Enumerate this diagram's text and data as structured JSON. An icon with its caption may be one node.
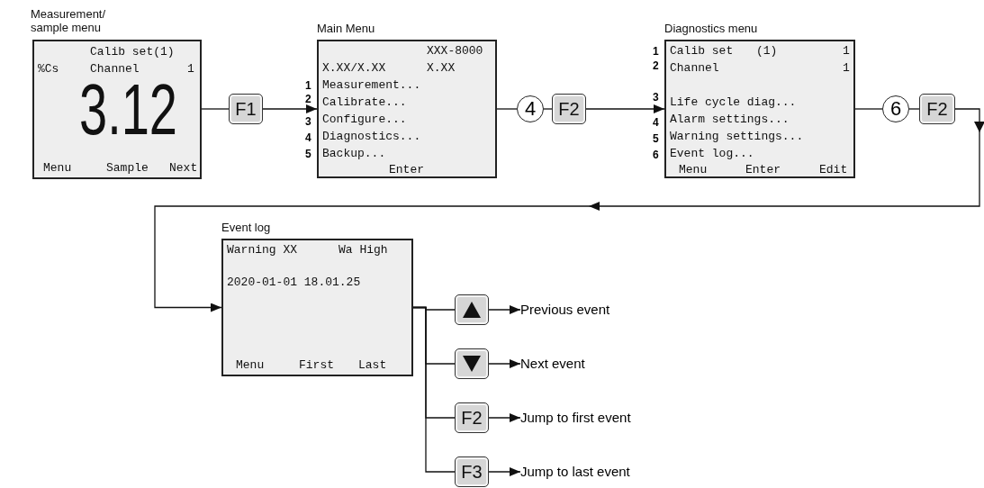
{
  "diagram": {
    "nodes": [
      {
        "text": [
          "Measurement/ sample menu",
          "Calib set(1)",
          "%Cs",
          "Channel",
          "1",
          "3.12",
          "Menu",
          "Sample",
          "Next"
        ]
      },
      {
        "text": [
          "F1"
        ]
      },
      {
        "text": [
          "Main Menu",
          "XXX-8000",
          "X.XX/X.XX",
          "X.XX",
          "Measurement...",
          "Calibrate...",
          "Configure...",
          "Diagnostics...",
          "Backup...",
          "Enter"
        ],
        "beside": [
          "1",
          "2",
          "3",
          "4",
          "5"
        ]
      },
      {
        "text": [
          "4"
        ]
      },
      {
        "text": [
          "F2"
        ]
      },
      {
        "text": [
          "Diagnostics menu",
          "Calib set",
          "(1)",
          "1",
          "Channel",
          "1",
          "Life cycle diag...",
          "Alarm settings...",
          "Warning settings...",
          "Event log...",
          "Menu",
          "Enter",
          "Edit"
        ],
        "beside": [
          "1",
          "2",
          "3",
          "4",
          "5",
          "6"
        ]
      },
      {
        "text": [
          "6"
        ]
      },
      {
        "text": [
          "F2"
        ]
      },
      {
        "text": [
          "Event log",
          "Warning XX",
          "Wa High",
          "2020-01-01 18.01.25",
          "Menu",
          "First",
          "Last"
        ]
      },
      {
        "text": [],
        "shape": "box"
      },
      {
        "text": [],
        "shape": "box"
      },
      {
        "text": [
          "F2"
        ]
      },
      {
        "text": [
          "F3"
        ]
      },
      {
        "text": [
          "Previous event"
        ]
      },
      {
        "text": [
          "Next event"
        ]
      },
      {
        "text": [
          "Jump to first event"
        ]
      },
      {
        "text": [
          "Jump to last event"
        ]
      }
    ],
    "edges": [
      {
        "from": 0,
        "to": 1,
        "arrow": "none"
      },
      {
        "from": 1,
        "to": 2,
        "arrow": "to"
      },
      {
        "from": 2,
        "to": 3,
        "arrow": "none"
      },
      {
        "from": 3,
        "to": 4,
        "arrow": "none"
      },
      {
        "from": 4,
        "to": 5,
        "arrow": "to"
      },
      {
        "from": 5,
        "to": 6,
        "arrow": "none"
      },
      {
        "from": 6,
        "to": 7,
        "arrow": "none"
      },
      {
        "from": 7,
        "to": 8,
        "arrow": "to"
      },
      {
        "from": 8,
        "to": 9,
        "arrow": "none"
      },
      {
        "from": 8,
        "to": 10,
        "arrow": "none"
      },
      {
        "from": 8,
        "to": 11,
        "arrow": "none"
      },
      {
        "from": 8,
        "to": 12,
        "arrow": "none"
      },
      {
        "from": 9,
        "to": 13,
        "arrow": "to"
      },
      {
        "from": 10,
        "to": 14,
        "arrow": "to"
      },
      {
        "from": 11,
        "to": 15,
        "arrow": "to"
      },
      {
        "from": 12,
        "to": 16,
        "arrow": "to"
      }
    ]
  }
}
